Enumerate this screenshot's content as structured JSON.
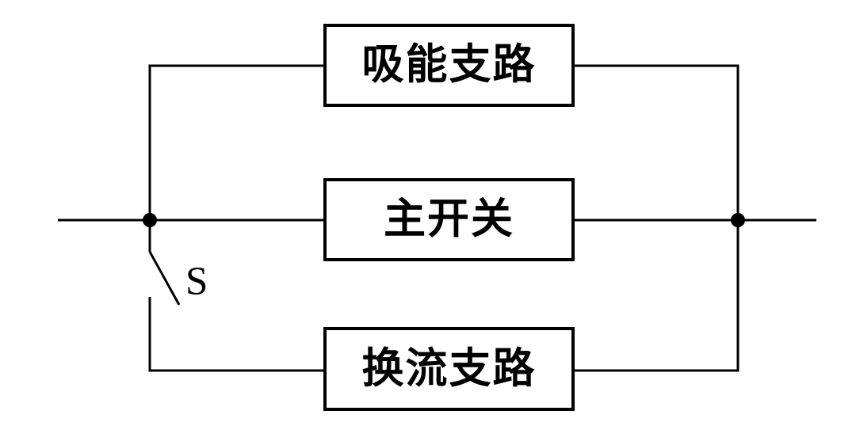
{
  "diagram": {
    "title": "hybrid-dc-breaker-block-diagram",
    "background_color": "#ffffff",
    "line_color": "#000000",
    "blocks": [
      {
        "id": "energy-absorption-branch",
        "label": "吸能支路",
        "position": "top"
      },
      {
        "id": "main-switch",
        "label": "主开关",
        "position": "middle"
      },
      {
        "id": "commutation-branch",
        "label": "换流支路",
        "position": "bottom"
      }
    ],
    "switch": {
      "label": "S",
      "state": "open"
    }
  }
}
